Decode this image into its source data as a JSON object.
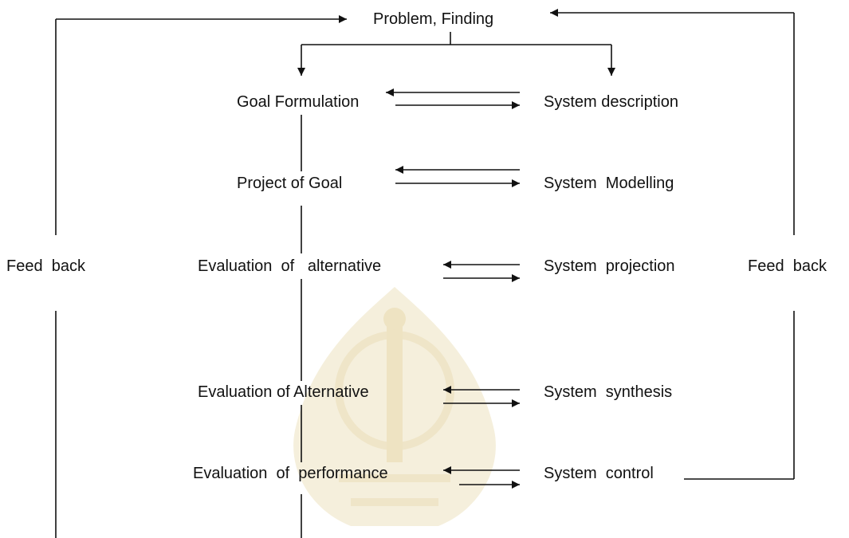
{
  "colors": {
    "line": "#111111",
    "watermark": "#f3ecd6"
  },
  "labels": {
    "problem_finding": "Problem, Finding",
    "goal_formulation": "Goal Formulation",
    "system_description": "System description",
    "project_of_goal": "Project of Goal",
    "system_modelling": "System  Modelling",
    "evaluation_of_alternative_1": "Evaluation  of   alternative",
    "system_projection": "System  projection",
    "evaluation_of_alternative_2": "Evaluation of Alternative",
    "system_synthesis": "System  synthesis",
    "evaluation_of_performance": "Evaluation  of  performance",
    "system_control": "System  control",
    "feed_back_left": "Feed  back",
    "feed_back_right": "Feed  back"
  }
}
